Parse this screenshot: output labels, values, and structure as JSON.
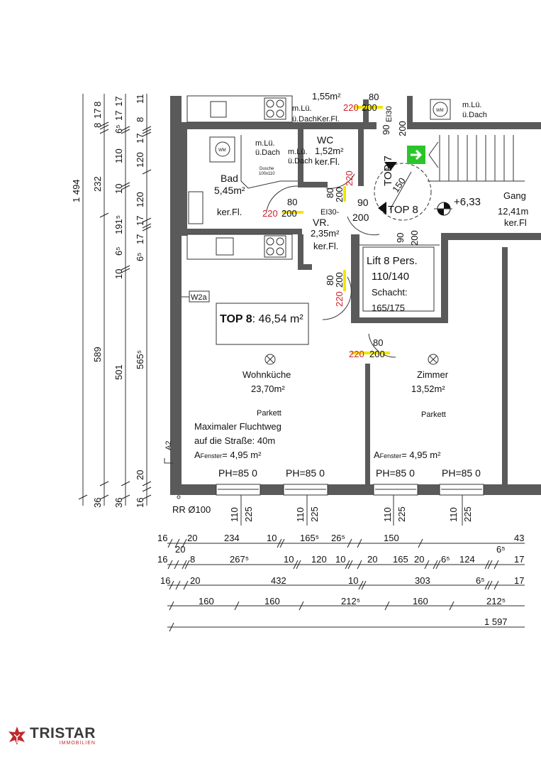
{
  "plan": {
    "top_partial": {
      "area": "1,55m²",
      "mlue": "m.Lü.",
      "uedach_kerfl": "ü.DachKer.Fl.",
      "door_220": "220",
      "door_200": "200",
      "door_80": "80",
      "door_90": "90",
      "ei30": "EI30",
      "door_200v": "200",
      "right_mlue": "m.Lü.",
      "right_uedach": "ü.Dach",
      "wm": "WM"
    },
    "bad": {
      "name": "Bad",
      "area": "5,45m²",
      "floor": "ker.Fl.",
      "mlue": "m.Lü.",
      "uedach": "ü.Dach",
      "dusche": "Dusche",
      "dusche_size": "100x110",
      "wm": "WM",
      "door_w": "80",
      "door_h_red": "220",
      "door_h": "200"
    },
    "wc": {
      "name": "WC",
      "area": "1,52m²",
      "floor": "ker.Fl.",
      "mlue": "m.Lü.",
      "uedach": "ü.Dach",
      "door_w": "80",
      "door_h": "200",
      "door_h_red": "220"
    },
    "vr": {
      "name": "VR.",
      "area": "2,35m²",
      "floor": "ker.Fl.",
      "ei30": "EI30-",
      "door_w": "90",
      "door_h": "200",
      "door2_w": "80",
      "door2_h": "200",
      "door2_h_red": "220"
    },
    "stair": {
      "top7": "TOP 7",
      "top8": "TOP 8",
      "radius": "150",
      "level": "+6,33"
    },
    "gang": {
      "name": "Gang",
      "area": "12,41m",
      "floor": "ker.Fl"
    },
    "lift": {
      "door_w": "90",
      "door_h": "200",
      "title": "Lift 8 Pers.",
      "size": "110/140",
      "schacht": "Schacht:",
      "schacht_size": "165/175"
    },
    "unit": {
      "label_bold": "TOP 8",
      "label_rest": ": 46,54 m²",
      "w2a": "W2a",
      "a2": "A2",
      "rr": "RR Ø100"
    },
    "wohnkueche": {
      "name": "Wohnküche",
      "area": "23,70m²",
      "floor": "Parkett",
      "escape1": "Maximaler Fluchtweg",
      "escape2": "auf die Straße: 40m",
      "afenster_a": "A",
      "afenster_sub": "Fenster",
      "afenster_val": "= 4,95 m²"
    },
    "zimmer": {
      "name": "Zimmer",
      "area": "13,52m²",
      "floor": "Parkett",
      "door_w": "80",
      "door_h_red": "220",
      "door_h": "200",
      "afenster_a": "A",
      "afenster_sub": "Fenster",
      "afenster_val": "= 4,95 m²"
    },
    "windows": [
      {
        "ph": "PH=85 0",
        "w": "110",
        "h": "225"
      },
      {
        "ph": "PH=85 0",
        "w": "110",
        "h": "225"
      },
      {
        "ph": "PH=85 0",
        "w": "110",
        "h": "225"
      },
      {
        "ph": "PH=85 0",
        "w": "110",
        "h": "225"
      }
    ]
  },
  "dims_bottom": {
    "row1": [
      "16",
      "20",
      "20",
      "234",
      "10",
      "165⁵",
      "26⁵",
      "150",
      "43"
    ],
    "row2": [
      "16",
      "8",
      "267⁵",
      "10",
      "120",
      "10",
      "20",
      "165",
      "20",
      "6⁵",
      "124",
      "6⁵",
      "17"
    ],
    "row3": [
      "16",
      "20",
      "432",
      "10",
      "303",
      "6⁵",
      "17"
    ],
    "row4": [
      "160",
      "160",
      "212⁵",
      "160",
      "212⁵"
    ],
    "row5": [
      "1 597"
    ]
  },
  "dims_left": {
    "col1": [
      "1 494"
    ],
    "col2": [
      "8",
      "17",
      "8",
      "232",
      "589",
      "36"
    ],
    "col3": [
      "17",
      "6⁵",
      "110",
      "10",
      "191⁵",
      "10",
      "501",
      "36"
    ],
    "col4": [
      "11",
      "17",
      "6⁵",
      "17",
      "120",
      "120",
      "17",
      "6⁵",
      "565⁵",
      "20",
      "16"
    ],
    "col5": [
      "8",
      "17"
    ]
  },
  "logo": {
    "main_a": "TRI",
    "main_b": "STAR",
    "sub": "IMMOBILIEN"
  },
  "colors": {
    "wall": "#5a5a5a",
    "red": "#d0202a",
    "yellow": "#f2e600",
    "exit_green": "#2bc52b"
  }
}
